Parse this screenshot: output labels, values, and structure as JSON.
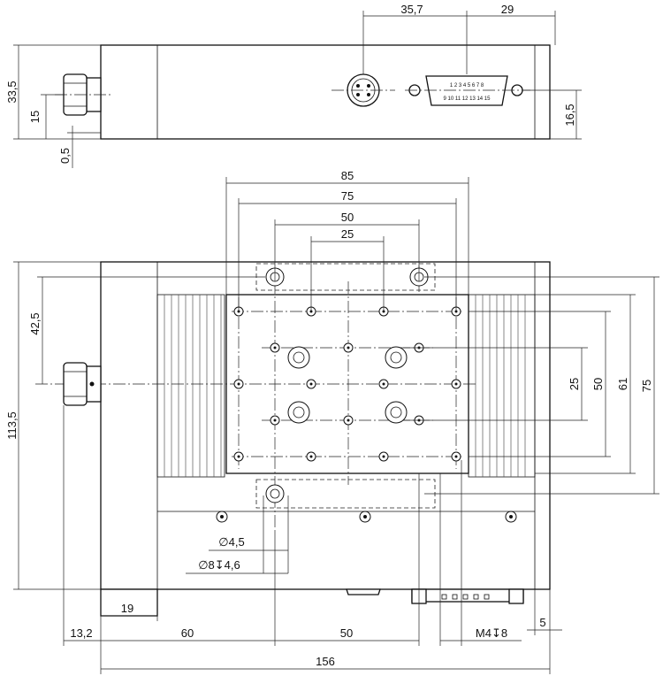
{
  "drawing": {
    "top_view": {
      "dims": {
        "d35_7": "35,7",
        "d29": "29",
        "d33_5": "33,5",
        "d15": "15",
        "d0_5": "0,5",
        "d16_5": "16,5"
      },
      "connector_pins": {
        "top_row": "1 2 3 4 5 6 7 8",
        "bottom_row": "9 10 11 12 13 14 15"
      }
    },
    "front_view": {
      "dims": {
        "d85": "85",
        "d75_top": "75",
        "d50_top": "50",
        "d25_top": "25",
        "d42_5": "42,5",
        "d113_5": "113,5",
        "d25_right": "25",
        "d50_right": "50",
        "d61": "61",
        "d75_right": "75",
        "d19": "19",
        "d13_2": "13,2",
        "d60": "60",
        "d50_bottom": "50",
        "d156": "156",
        "d5": "5"
      },
      "callouts": {
        "hole_dia": "∅4,5",
        "counterbore": "∅8↧4,6",
        "thread": "M4↧8"
      }
    }
  }
}
